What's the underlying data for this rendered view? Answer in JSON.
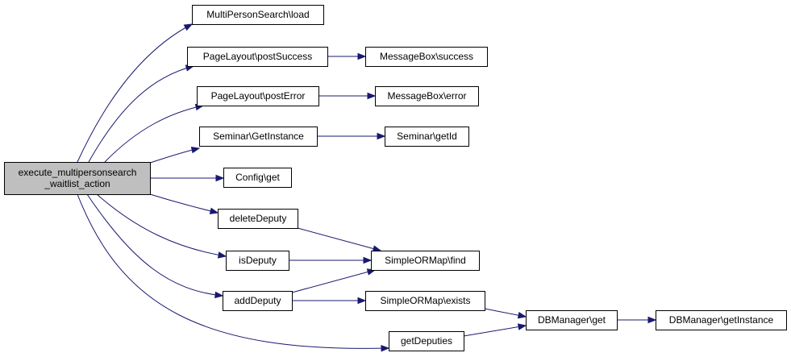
{
  "diagram": {
    "edge_color": "#191970",
    "root_fill": "#bfbfbf",
    "nodes": [
      {
        "id": "root",
        "lines": [
          "execute_multipersonsearch",
          "_waitlist_action"
        ]
      },
      {
        "id": "mps_load",
        "lines": [
          "MultiPersonSearch\\load"
        ]
      },
      {
        "id": "pl_success",
        "lines": [
          "PageLayout\\postSuccess"
        ]
      },
      {
        "id": "mb_success",
        "lines": [
          "MessageBox\\success"
        ]
      },
      {
        "id": "pl_error",
        "lines": [
          "PageLayout\\postError"
        ]
      },
      {
        "id": "mb_error",
        "lines": [
          "MessageBox\\error"
        ]
      },
      {
        "id": "sem_instance",
        "lines": [
          "Seminar\\GetInstance"
        ]
      },
      {
        "id": "sem_getid",
        "lines": [
          "Seminar\\getId"
        ]
      },
      {
        "id": "config_get",
        "lines": [
          "Config\\get"
        ]
      },
      {
        "id": "delete_deputy",
        "lines": [
          "deleteDeputy"
        ]
      },
      {
        "id": "is_deputy",
        "lines": [
          "isDeputy"
        ]
      },
      {
        "id": "orm_find",
        "lines": [
          "SimpleORMap\\find"
        ]
      },
      {
        "id": "add_deputy",
        "lines": [
          "addDeputy"
        ]
      },
      {
        "id": "orm_exists",
        "lines": [
          "SimpleORMap\\exists"
        ]
      },
      {
        "id": "dbm_get",
        "lines": [
          "DBManager\\get"
        ]
      },
      {
        "id": "dbm_instance",
        "lines": [
          "DBManager\\getInstance"
        ]
      },
      {
        "id": "get_deputies",
        "lines": [
          "getDeputies"
        ]
      }
    ],
    "edges": [
      [
        "root",
        "mps_load"
      ],
      [
        "root",
        "pl_success"
      ],
      [
        "root",
        "pl_error"
      ],
      [
        "root",
        "sem_instance"
      ],
      [
        "root",
        "config_get"
      ],
      [
        "root",
        "delete_deputy"
      ],
      [
        "root",
        "is_deputy"
      ],
      [
        "root",
        "add_deputy"
      ],
      [
        "root",
        "get_deputies"
      ],
      [
        "pl_success",
        "mb_success"
      ],
      [
        "pl_error",
        "mb_error"
      ],
      [
        "sem_instance",
        "sem_getid"
      ],
      [
        "delete_deputy",
        "orm_find"
      ],
      [
        "is_deputy",
        "orm_find"
      ],
      [
        "add_deputy",
        "orm_find"
      ],
      [
        "add_deputy",
        "orm_exists"
      ],
      [
        "orm_exists",
        "dbm_get"
      ],
      [
        "get_deputies",
        "dbm_get"
      ],
      [
        "dbm_get",
        "dbm_instance"
      ]
    ]
  }
}
